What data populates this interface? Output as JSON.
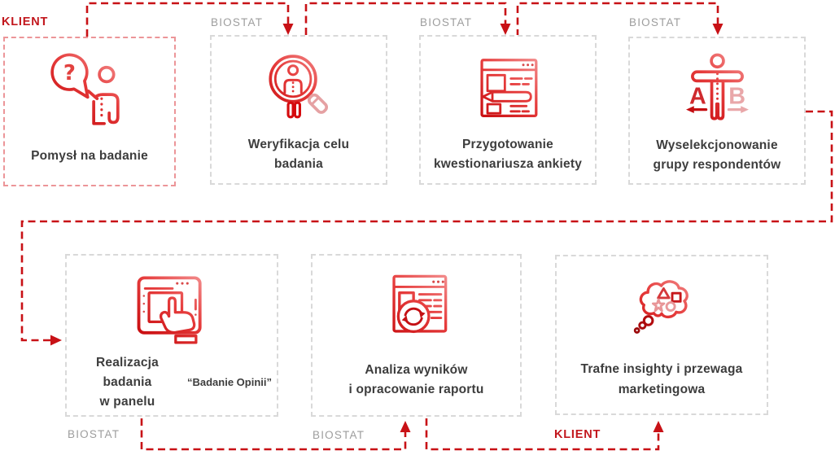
{
  "diagram": {
    "stages": [
      {
        "owner": "KLIENT",
        "label": "Pomysł na badanie",
        "icon": "question-speech-person-icon",
        "icon_glyph": "?"
      },
      {
        "owner": "BIOSTAT",
        "label": "Weryfikacja celu\nbadania",
        "icon": "magnifier-person-icon"
      },
      {
        "owner": "BIOSTAT",
        "label": "Przygotowanie\nkwestionariusza ankiety",
        "icon": "questionnaire-pencil-icon"
      },
      {
        "owner": "BIOSTAT",
        "label": "Wyselekcjonowanie\ngrupy respondentów",
        "icon": "ab-respondents-icon",
        "icon_glyph_a": "A",
        "icon_glyph_b": "B"
      },
      {
        "owner": "BIOSTAT",
        "label": "Realizacja badania\nw panelu",
        "label_quote": "“Badanie Opinii”",
        "icon": "tablet-touch-icon"
      },
      {
        "owner": "BIOSTAT",
        "label": "Analiza wyników\ni opracowanie raportu",
        "icon": "report-sync-icon"
      },
      {
        "owner": "KLIENT",
        "label": "Trafne insighty i przewaga\nmarketingowa",
        "icon": "thought-cloud-shapes-icon"
      }
    ],
    "colors": {
      "arrow_red": "#c81116",
      "client_border": "#ec9598",
      "biostat_border": "#d9d9d9",
      "owner_gray": "#9d9d9d",
      "owner_red": "#c2171d",
      "text_dark": "#3d3d3d",
      "icon_red_dark": "#c30407",
      "icon_red_mid": "#e63c3c",
      "icon_pink": "#e8a4a6"
    }
  }
}
